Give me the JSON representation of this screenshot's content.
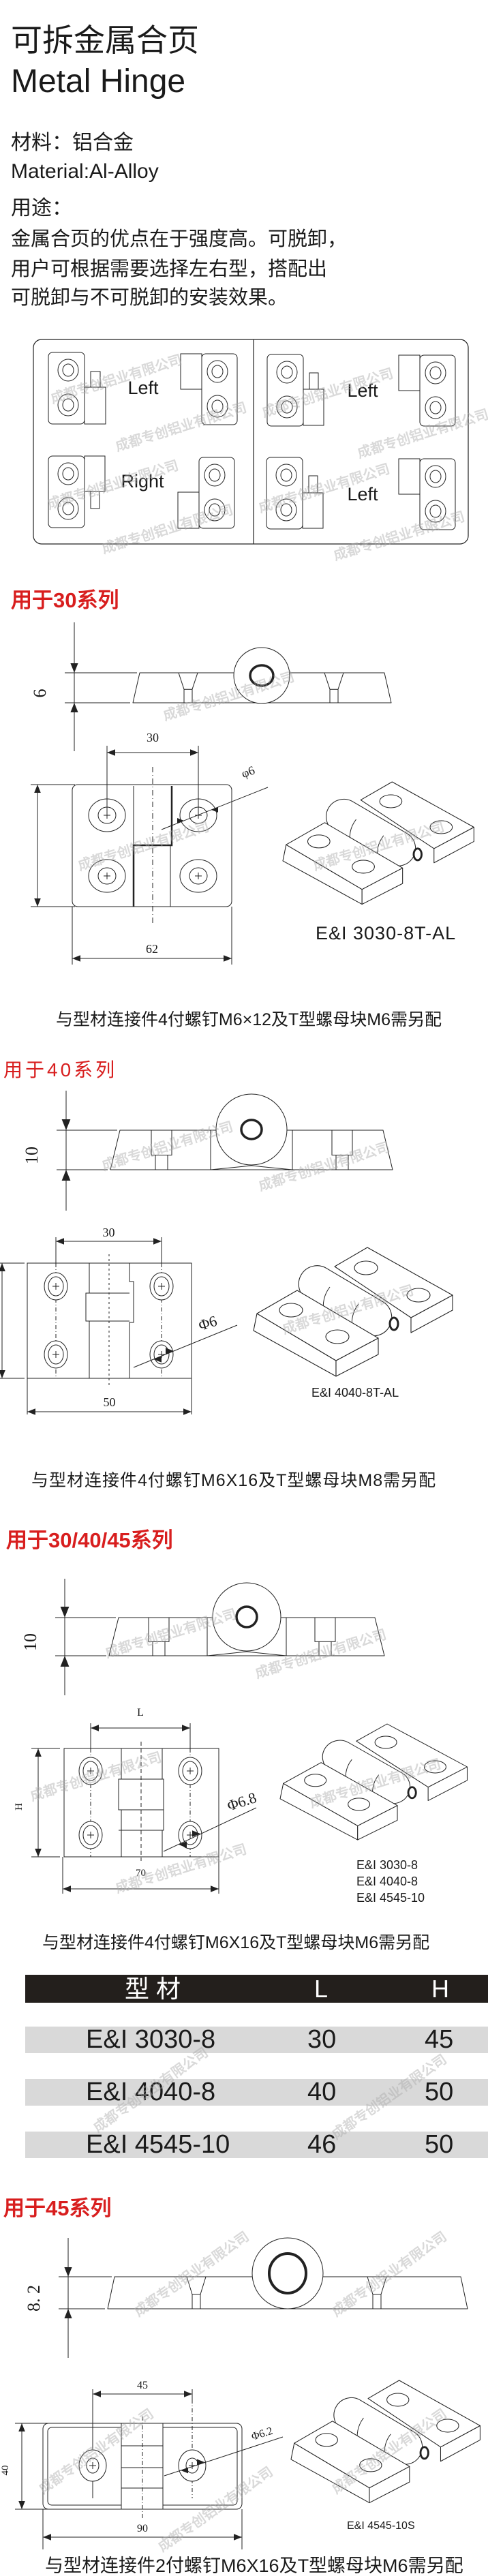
{
  "header": {
    "title_cn": "可拆金属合页",
    "title_en": "Metal Hinge"
  },
  "material": {
    "cn": "材料：铝合金",
    "en": "Material:Al-Alloy"
  },
  "usage": {
    "label": "用途：",
    "lines": [
      "金属合页的优点在于强度高。可脱卸，",
      "用户可根据需要选择左右型，搭配出",
      "可脱卸与不可脱卸的安装效果。"
    ]
  },
  "orientation": {
    "labels": [
      "Left",
      "Left",
      "Right",
      "Left"
    ]
  },
  "watermark": "成都专创铝业有限公司",
  "sections": [
    {
      "title": "用于30系列",
      "thickness": "6",
      "pitch": "30",
      "width": "62",
      "hole": "φ6",
      "models": [
        "E&I  3030-8T-AL"
      ],
      "note": "与型材连接件4付螺钉M6×12及T型螺母块M6需另配"
    },
    {
      "title": "用于40系列",
      "thickness": "10",
      "pitch": "30",
      "width": "50",
      "hole": "Φ6",
      "models": [
        "E&I  4040-8T-AL"
      ],
      "note": "与型材连接件4付螺钉M6X16及T型螺母块M8需另配"
    },
    {
      "title": "用于30/40/45系列",
      "thickness": "10",
      "pitch": "L",
      "height": "H",
      "width": "70",
      "hole": "Φ6.8",
      "models": [
        "E&I  3030-8",
        "E&I  4040-8",
        "E&I  4545-10"
      ],
      "note": "与型材连接件4付螺钉M6X16及T型螺母块M6需另配"
    },
    {
      "title": "用于45系列",
      "thickness": "8. 2",
      "pitch": "45",
      "height": "40",
      "width": "90",
      "hole": "Φ6.2",
      "models": [
        "E&I  4545-10S"
      ],
      "note": "与型材连接件2付螺钉M6X16及T型螺母块M6需另配"
    }
  ],
  "table": {
    "headers": [
      "型  材",
      "L",
      "H"
    ],
    "rows": [
      [
        "E&I  3030-8",
        "30",
        "45"
      ],
      [
        "E&I  4040-8",
        "40",
        "50"
      ],
      [
        "E&I  4545-10",
        "46",
        "50"
      ]
    ]
  },
  "colors": {
    "accent_red": "#d81e1e",
    "table_header": "#231f1c",
    "table_row": "#d9d9d9",
    "line": "#222222"
  }
}
